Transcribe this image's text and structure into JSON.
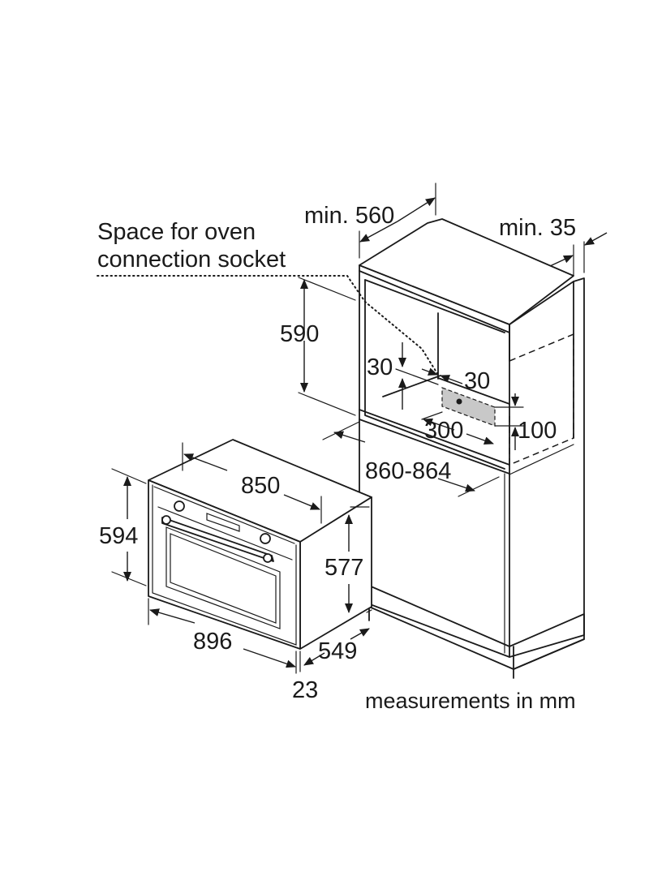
{
  "labels": {
    "socket_line1": "Space for oven",
    "socket_line2": "connection socket",
    "min_560": "min. 560",
    "min_35": "min. 35",
    "h590": "590",
    "d30_left": "30",
    "d30_right": "30",
    "w300": "300",
    "h100": "100",
    "w860_864": "860-864",
    "w850": "850",
    "h594": "594",
    "h577": "577",
    "w896": "896",
    "d549": "549",
    "d23": "23",
    "units": "measurements in mm"
  },
  "colors": {
    "line": "#1a1a1a",
    "socket_fill": "#c8c8c8",
    "background": "#ffffff"
  }
}
